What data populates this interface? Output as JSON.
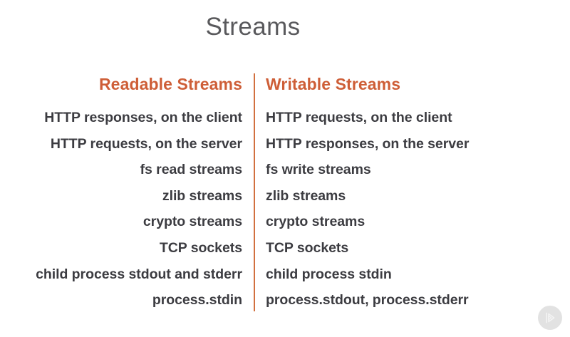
{
  "slide": {
    "title": "Streams",
    "accent_color": "#ce5e37",
    "divider_color": "#d2703f",
    "text_color": "#3c3c41",
    "title_color": "#59595c",
    "background_color": "#ffffff"
  },
  "columns": [
    {
      "header": "Readable Streams",
      "align": "right",
      "items": [
        "HTTP responses, on the client",
        "HTTP requests, on the server",
        "fs read streams",
        "zlib streams",
        "crypto streams",
        "TCP sockets",
        "child process stdout and stderr",
        "process.stdin"
      ]
    },
    {
      "header": "Writable Streams",
      "align": "left",
      "items": [
        "HTTP requests, on the client",
        "HTTP responses, on the server",
        "fs write streams",
        "zlib streams",
        "crypto streams",
        "TCP sockets",
        "child process stdin",
        "process.stdout, process.stderr"
      ]
    }
  ],
  "watermark": {
    "icon": "play-triangle-icon",
    "color": "#e2e2e2"
  }
}
